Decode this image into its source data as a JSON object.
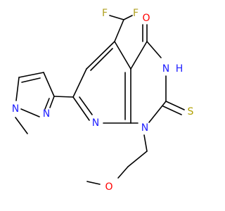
{
  "molecule": {
    "colors": {
      "carbon_bond": "#000000",
      "nitrogen": "#2020ff",
      "oxygen": "#ff0000",
      "fluorine": "#b0a020",
      "sulfur": "#b0a000",
      "hydrogen_on_n": "#2020ff"
    },
    "labels": {
      "f_left": "F",
      "f_right": "F",
      "o_carbonyl": "O",
      "nh_n": "N",
      "nh_h": "H",
      "s_thione": "S",
      "n1": "N",
      "n_pyridine": "N",
      "n_pyrazole_1": "N",
      "n_pyrazole_2": "N",
      "o_ether": "O"
    }
  }
}
